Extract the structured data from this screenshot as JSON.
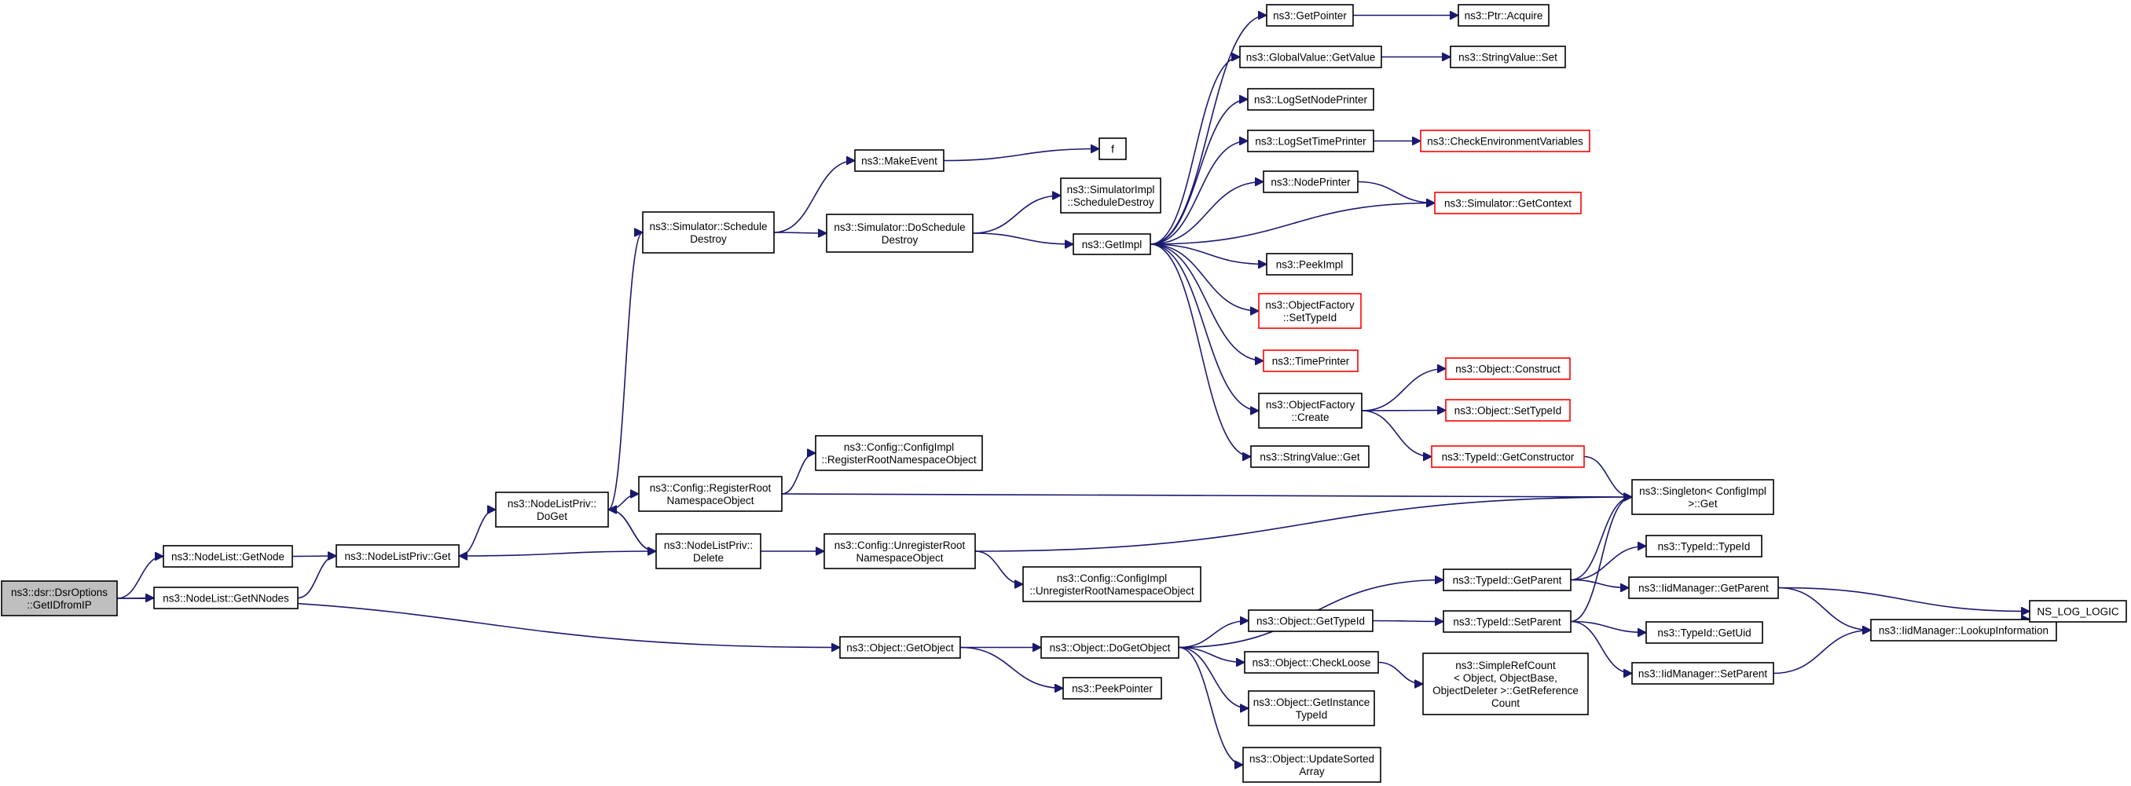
{
  "diagram": {
    "type": "call-graph",
    "colors": {
      "edge": "#191970",
      "root_fill": "#bfbfbf",
      "border": "#000000",
      "truncated_border": "#ff0000"
    },
    "nodes": [
      {
        "id": "root",
        "lines": [
          "ns3::dsr::DsrOptions",
          "::GetIDfromIP"
        ],
        "style": "root"
      },
      {
        "id": "nl_getnode",
        "lines": [
          "ns3::NodeList::GetNode"
        ]
      },
      {
        "id": "nl_getnnodes",
        "lines": [
          "ns3::NodeList::GetNNodes"
        ]
      },
      {
        "id": "nlp_get",
        "lines": [
          "ns3::NodeListPriv::Get"
        ]
      },
      {
        "id": "nlp_doget",
        "lines": [
          "ns3::NodeListPriv::",
          "DoGet"
        ]
      },
      {
        "id": "nlp_delete",
        "lines": [
          "ns3::NodeListPriv::",
          "Delete"
        ]
      },
      {
        "id": "sim_sched_destroy",
        "lines": [
          "ns3::Simulator::Schedule",
          "Destroy"
        ]
      },
      {
        "id": "cfg_register",
        "lines": [
          "ns3::Config::RegisterRoot",
          "NamespaceObject"
        ]
      },
      {
        "id": "cfg_unregister",
        "lines": [
          "ns3::Config::UnregisterRoot",
          "NamespaceObject"
        ]
      },
      {
        "id": "obj_getobject",
        "lines": [
          "ns3::Object::GetObject"
        ]
      },
      {
        "id": "makeevent",
        "lines": [
          "ns3::MakeEvent"
        ]
      },
      {
        "id": "sim_doschedule",
        "lines": [
          "ns3::Simulator::DoSchedule",
          "Destroy"
        ]
      },
      {
        "id": "cfgimpl_register",
        "lines": [
          "ns3::Config::ConfigImpl",
          "::RegisterRootNamespaceObject"
        ]
      },
      {
        "id": "cfgimpl_unregister",
        "lines": [
          "ns3::Config::ConfigImpl",
          "::UnregisterRootNamespaceObject"
        ]
      },
      {
        "id": "obj_dogetobject",
        "lines": [
          "ns3::Object::DoGetObject"
        ]
      },
      {
        "id": "peekpointer",
        "lines": [
          "ns3::PeekPointer"
        ]
      },
      {
        "id": "f",
        "lines": [
          "f"
        ]
      },
      {
        "id": "simimpl_sched",
        "lines": [
          "ns3::SimulatorImpl",
          "::ScheduleDestroy"
        ]
      },
      {
        "id": "getimpl",
        "lines": [
          "ns3::GetImpl"
        ]
      },
      {
        "id": "getpointer",
        "lines": [
          "ns3::GetPointer"
        ]
      },
      {
        "id": "gv_getvalue",
        "lines": [
          "ns3::GlobalValue::GetValue"
        ]
      },
      {
        "id": "lognodeprinter",
        "lines": [
          "ns3::LogSetNodePrinter"
        ]
      },
      {
        "id": "logtimeprinter",
        "lines": [
          "ns3::LogSetTimePrinter"
        ]
      },
      {
        "id": "nodeprinter",
        "lines": [
          "ns3::NodePrinter"
        ]
      },
      {
        "id": "peekimpl",
        "lines": [
          "ns3::PeekImpl"
        ]
      },
      {
        "id": "of_settypeid",
        "lines": [
          "ns3::ObjectFactory",
          "::SetTypeId"
        ],
        "style": "truncated"
      },
      {
        "id": "timeprinter",
        "lines": [
          "ns3::TimePrinter"
        ],
        "style": "truncated"
      },
      {
        "id": "of_create",
        "lines": [
          "ns3::ObjectFactory",
          "::Create"
        ]
      },
      {
        "id": "sv_get",
        "lines": [
          "ns3::StringValue::Get"
        ]
      },
      {
        "id": "ptr_acquire",
        "lines": [
          "ns3::Ptr::Acquire"
        ]
      },
      {
        "id": "sv_set",
        "lines": [
          "ns3::StringValue::Set"
        ]
      },
      {
        "id": "checkenv",
        "lines": [
          "ns3::CheckEnvironmentVariables"
        ],
        "style": "truncated"
      },
      {
        "id": "sim_getcontext",
        "lines": [
          "ns3::Simulator::GetContext"
        ],
        "style": "truncated"
      },
      {
        "id": "obj_construct",
        "lines": [
          "ns3::Object::Construct"
        ],
        "style": "truncated"
      },
      {
        "id": "obj_settypeid",
        "lines": [
          "ns3::Object::SetTypeId"
        ],
        "style": "truncated"
      },
      {
        "id": "tid_getconstructor",
        "lines": [
          "ns3::TypeId::GetConstructor"
        ],
        "style": "truncated"
      },
      {
        "id": "singleton_get",
        "lines": [
          "ns3::Singleton< ConfigImpl",
          " >::Get"
        ]
      },
      {
        "id": "tid_getparent",
        "lines": [
          "ns3::TypeId::GetParent"
        ]
      },
      {
        "id": "obj_gettypeid",
        "lines": [
          "ns3::Object::GetTypeId"
        ]
      },
      {
        "id": "obj_checkloose",
        "lines": [
          "ns3::Object::CheckLoose"
        ]
      },
      {
        "id": "obj_getinstance",
        "lines": [
          "ns3::Object::GetInstance",
          "TypeId"
        ]
      },
      {
        "id": "obj_updatesorted",
        "lines": [
          "ns3::Object::UpdateSorted",
          "Array"
        ]
      },
      {
        "id": "tid_setparent",
        "lines": [
          "ns3::TypeId::SetParent"
        ]
      },
      {
        "id": "simplerefcount",
        "lines": [
          "ns3::SimpleRefCount",
          "< Object, ObjectBase,",
          " ObjectDeleter >::GetReference",
          "Count"
        ]
      },
      {
        "id": "tid_typeid",
        "lines": [
          "ns3::TypeId::TypeId"
        ]
      },
      {
        "id": "iid_getparent",
        "lines": [
          "ns3::IidManager::GetParent"
        ]
      },
      {
        "id": "tid_getuid",
        "lines": [
          "ns3::TypeId::GetUid"
        ]
      },
      {
        "id": "iid_setparent",
        "lines": [
          "ns3::IidManager::SetParent"
        ]
      },
      {
        "id": "iid_lookup",
        "lines": [
          "ns3::IidManager::LookupInformation"
        ]
      },
      {
        "id": "ns_log_logic",
        "lines": [
          "NS_LOG_LOGIC"
        ]
      }
    ],
    "edges": [
      [
        "root",
        "nl_getnode"
      ],
      [
        "root",
        "nl_getnnodes"
      ],
      [
        "root",
        "obj_getobject"
      ],
      [
        "nl_getnode",
        "nlp_get"
      ],
      [
        "nl_getnnodes",
        "nlp_get"
      ],
      [
        "nlp_get",
        "nlp_doget"
      ],
      [
        "nlp_doget",
        "sim_sched_destroy"
      ],
      [
        "nlp_doget",
        "cfg_register"
      ],
      [
        "nlp_doget",
        "nlp_delete"
      ],
      [
        "nlp_delete",
        "nlp_doget"
      ],
      [
        "nlp_delete",
        "nlp_get"
      ],
      [
        "nlp_delete",
        "cfg_unregister"
      ],
      [
        "sim_sched_destroy",
        "makeevent"
      ],
      [
        "sim_sched_destroy",
        "sim_doschedule"
      ],
      [
        "makeevent",
        "f"
      ],
      [
        "sim_doschedule",
        "simimpl_sched"
      ],
      [
        "sim_doschedule",
        "getimpl"
      ],
      [
        "cfg_register",
        "cfgimpl_register"
      ],
      [
        "cfg_register",
        "singleton_get"
      ],
      [
        "cfg_unregister",
        "singleton_get"
      ],
      [
        "cfg_unregister",
        "cfgimpl_unregister"
      ],
      [
        "obj_getobject",
        "obj_dogetobject"
      ],
      [
        "obj_getobject",
        "peekpointer"
      ],
      [
        "getimpl",
        "getpointer"
      ],
      [
        "getimpl",
        "gv_getvalue"
      ],
      [
        "getimpl",
        "lognodeprinter"
      ],
      [
        "getimpl",
        "logtimeprinter"
      ],
      [
        "getimpl",
        "nodeprinter"
      ],
      [
        "getimpl",
        "sim_getcontext"
      ],
      [
        "getimpl",
        "peekimpl"
      ],
      [
        "getimpl",
        "of_settypeid"
      ],
      [
        "getimpl",
        "timeprinter"
      ],
      [
        "getimpl",
        "of_create"
      ],
      [
        "getimpl",
        "sv_get"
      ],
      [
        "getpointer",
        "ptr_acquire"
      ],
      [
        "gv_getvalue",
        "sv_set"
      ],
      [
        "logtimeprinter",
        "checkenv"
      ],
      [
        "nodeprinter",
        "sim_getcontext"
      ],
      [
        "of_create",
        "obj_construct"
      ],
      [
        "of_create",
        "obj_settypeid"
      ],
      [
        "of_create",
        "tid_getconstructor"
      ],
      [
        "tid_getconstructor",
        "singleton_get"
      ],
      [
        "obj_dogetobject",
        "tid_getparent"
      ],
      [
        "obj_dogetobject",
        "obj_gettypeid"
      ],
      [
        "obj_dogetobject",
        "obj_checkloose"
      ],
      [
        "obj_dogetobject",
        "obj_getinstance"
      ],
      [
        "obj_dogetobject",
        "obj_updatesorted"
      ],
      [
        "tid_getparent",
        "singleton_get"
      ],
      [
        "tid_getparent",
        "tid_typeid"
      ],
      [
        "tid_getparent",
        "iid_getparent"
      ],
      [
        "obj_gettypeid",
        "tid_setparent"
      ],
      [
        "obj_checkloose",
        "simplerefcount"
      ],
      [
        "tid_setparent",
        "singleton_get"
      ],
      [
        "tid_setparent",
        "tid_getuid"
      ],
      [
        "tid_setparent",
        "iid_setparent"
      ],
      [
        "iid_getparent",
        "ns_log_logic"
      ],
      [
        "iid_getparent",
        "iid_lookup"
      ],
      [
        "iid_setparent",
        "iid_lookup"
      ],
      [
        "iid_lookup",
        "ns_log_logic"
      ]
    ]
  }
}
